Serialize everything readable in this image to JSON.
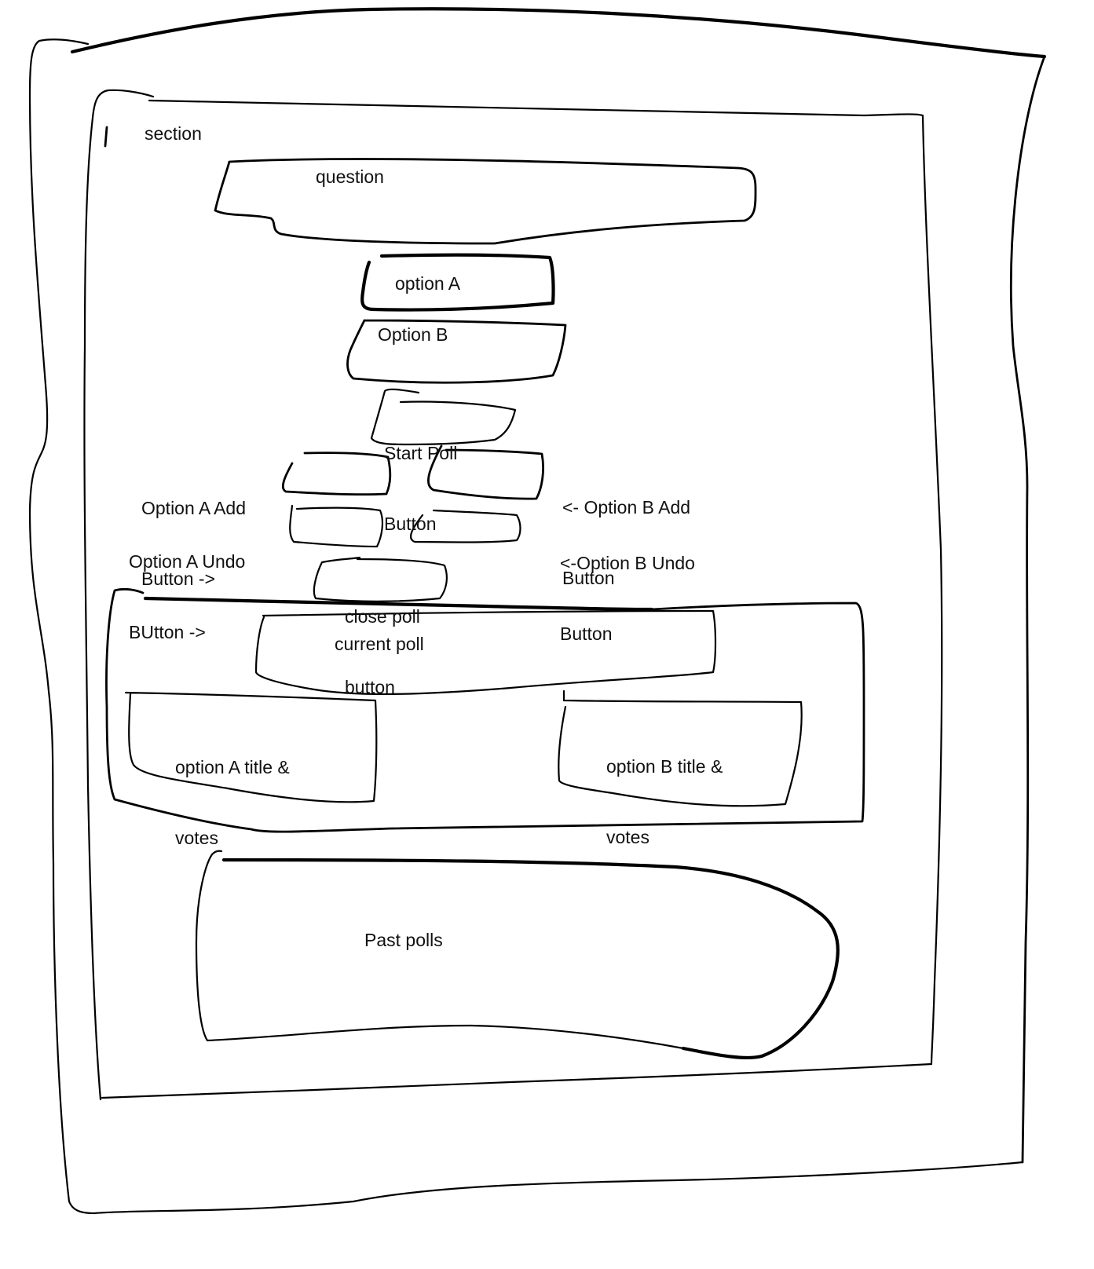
{
  "section_label": "section",
  "question_label": "question",
  "option_a_label": "option A",
  "option_b_label": "Option B",
  "start_poll_label": [
    "Start Poll",
    "Button"
  ],
  "option_a_add_label": [
    "Option A Add",
    "Button ->"
  ],
  "option_b_add_label": [
    "<- Option B Add",
    "Button"
  ],
  "option_a_undo_label": [
    "Option A Undo",
    "BUtton ->"
  ],
  "option_b_undo_label": [
    "<-Option B Undo",
    "Button"
  ],
  "close_poll_label": [
    "close poll",
    "button"
  ],
  "current_poll_label": "current poll",
  "option_a_result_label": [
    "option A title &",
    "votes"
  ],
  "option_b_result_label": [
    "option B title &",
    "votes"
  ],
  "past_polls_label": "Past polls"
}
